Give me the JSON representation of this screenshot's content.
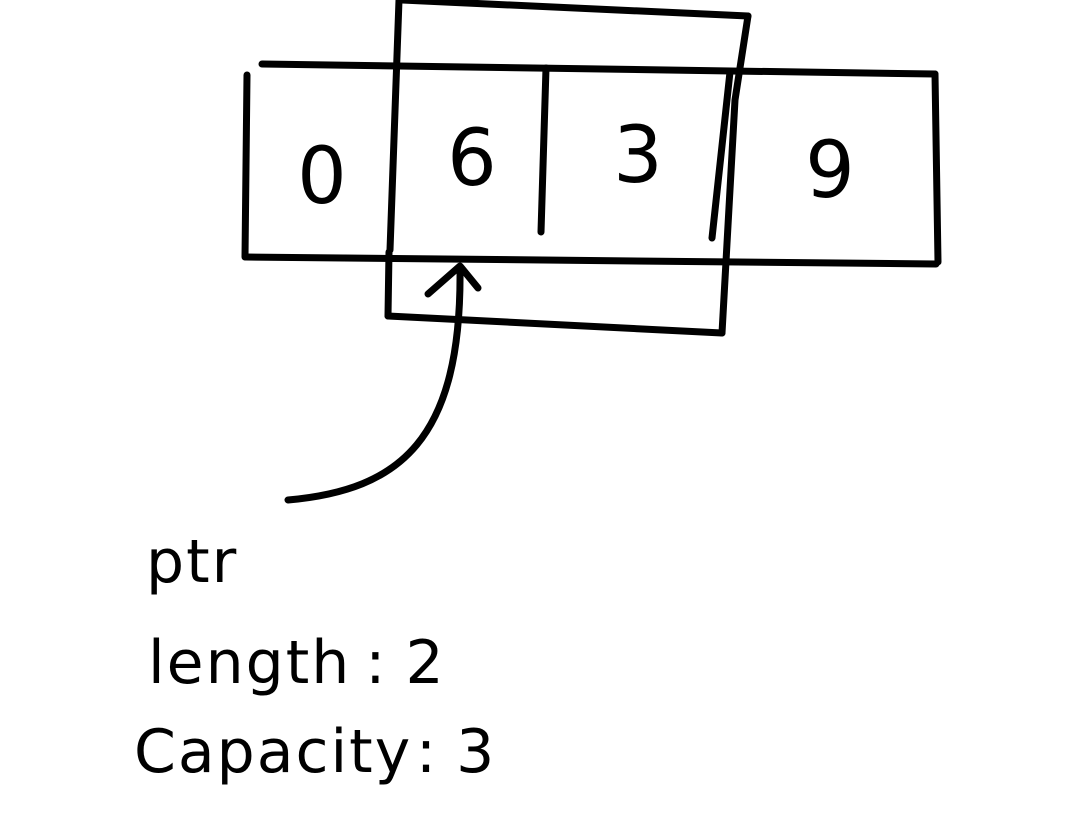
{
  "array": {
    "cells": [
      "0",
      "6",
      "3",
      "9"
    ]
  },
  "pointer": {
    "label": "ptr"
  },
  "slice": {
    "length_label": "length",
    "length_value": "2",
    "capacity_label": "Capacity",
    "capacity_value": "3"
  },
  "colors": {
    "ink": "#000000",
    "background": "#ffffff"
  }
}
